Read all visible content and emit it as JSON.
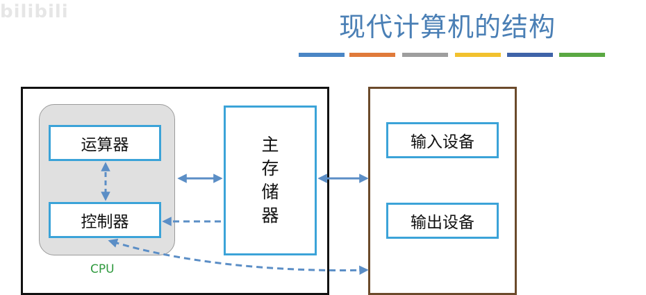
{
  "watermark": "bilibili",
  "title": "现代计算机的结构",
  "color_bar_colors": [
    "#4a86c5",
    "#e07a3a",
    "#9e9e9e",
    "#f2c12e",
    "#3f63a8",
    "#5aa843"
  ],
  "units": {
    "alu": "运算器",
    "control_unit": "控制器",
    "main_memory": "主存储器",
    "input_device": "输入设备",
    "output_device": "输出设备"
  },
  "cpu_label": "CPU",
  "colors": {
    "unit_border": "#3ba3d8",
    "arrow": "#5b8ec6",
    "cpu_label": "#2f9a3e",
    "title": "#4a7fb5"
  }
}
